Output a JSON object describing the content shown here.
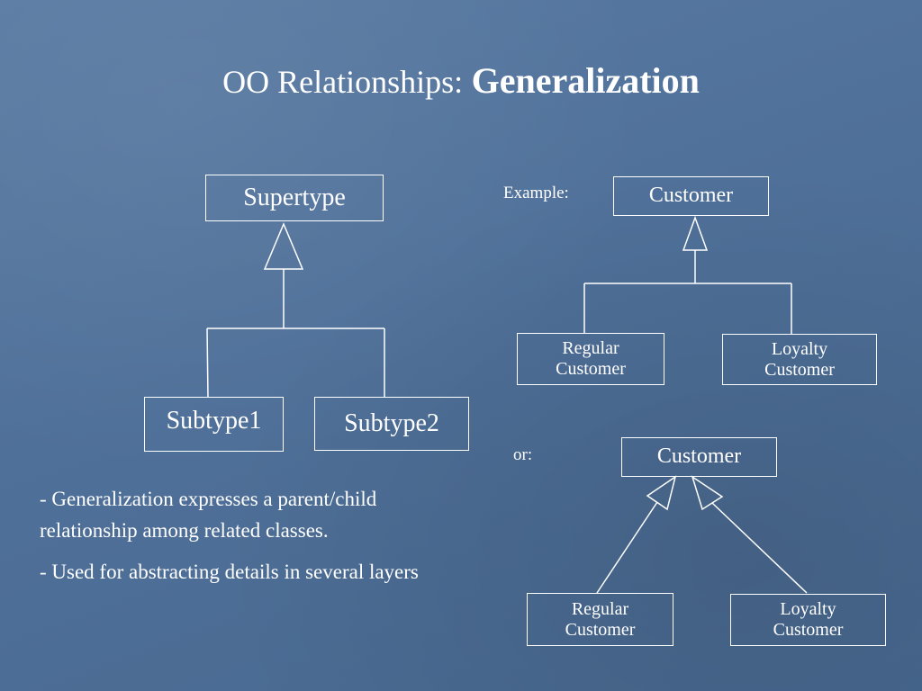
{
  "slide": {
    "title_prefix": "OO Relationships:",
    "title_main": "Generalization"
  },
  "left_diagram": {
    "supertype": "Supertype",
    "subtype1": "Subtype1",
    "subtype2": "Subtype2"
  },
  "example_diagram": {
    "label": "Example:",
    "parent": "Customer",
    "child1_line1": "Regular",
    "child1_line2": "Customer",
    "child2_line1": "Loyalty",
    "child2_line2": "Customer"
  },
  "alt_diagram": {
    "label": "or:",
    "parent": "Customer",
    "child1_line1": "Regular",
    "child1_line2": "Customer",
    "child2_line1": "Loyalty",
    "child2_line2": "Customer"
  },
  "bullets": [
    "- Generalization expresses a parent/child relationship among related classes.",
    "- Used for abstracting details in several layers"
  ]
}
